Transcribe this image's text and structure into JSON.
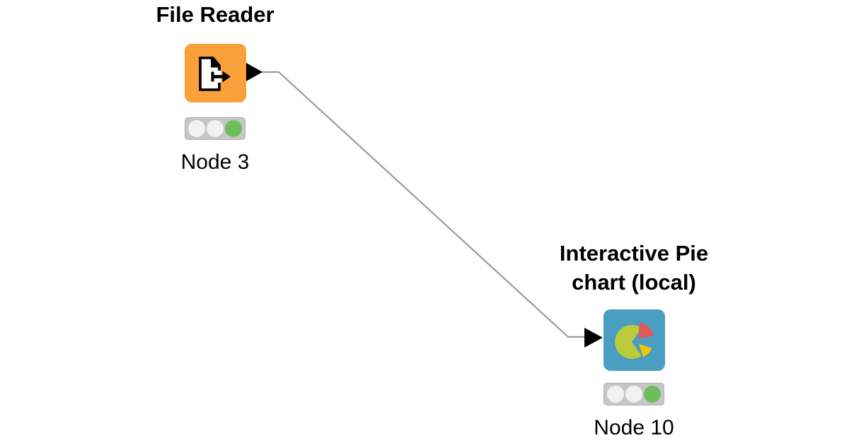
{
  "colors": {
    "node_orange": "#F8A13B",
    "node_blue": "#4A9EC2",
    "pie_green": "#BCCB3C",
    "pie_red": "#E05A5A",
    "pie_yellow": "#F6C500",
    "status_green": "#6CBE5B",
    "status_idle": "#F2F2F2",
    "traffic_bg": "#C6C6C6",
    "wire_gray": "#9B9B9B",
    "port_black": "#000000",
    "canvas_bg": "#FFFFFF"
  },
  "workflow": {
    "nodes": [
      {
        "id": "3",
        "title": "File Reader",
        "label": "Node 3",
        "icon": "file-export-icon",
        "status": "executed",
        "traffic_light": {
          "red": false,
          "amber": false,
          "green": true
        }
      },
      {
        "id": "10",
        "title": "Interactive Pie chart (local)",
        "title_line1": "Interactive Pie",
        "title_line2": "chart (local)",
        "label": "Node 10",
        "icon": "pie-chart-icon",
        "status": "executed",
        "traffic_light": {
          "red": false,
          "amber": false,
          "green": true
        }
      }
    ],
    "connection": {
      "from": "Node 3",
      "from_port": "output",
      "to": "Node 10",
      "to_port": "input"
    }
  }
}
